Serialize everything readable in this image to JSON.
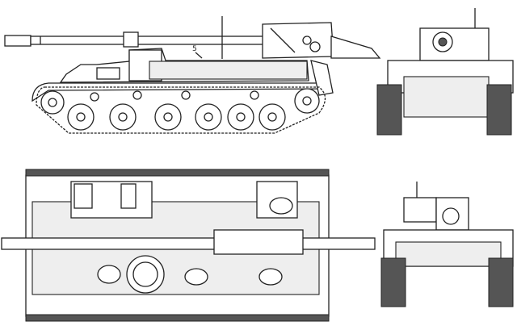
{
  "drawing": {
    "views": [
      "side-view",
      "front-view",
      "top-view",
      "rear-view"
    ],
    "callout_label": "5"
  },
  "colors": {
    "line": "#222222",
    "background": "#ffffff"
  }
}
